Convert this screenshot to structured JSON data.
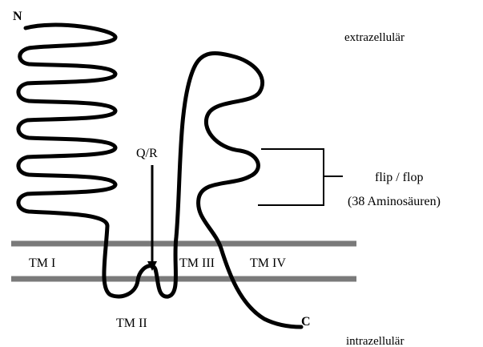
{
  "labels": {
    "n_terminus": "N",
    "c_terminus": "C",
    "extracellular": "extrazellulär",
    "intracellular": "intrazellulär",
    "qr_site": "Q/R",
    "tm1": "TM I",
    "tm2": "TM II",
    "tm3": "TM III",
    "tm4": "TM IV",
    "flip_flop": "flip / flop",
    "amino_acids": "(38 Aminosäuren)"
  },
  "colors": {
    "chain": "#000000",
    "membrane": "#7a7a7a",
    "text": "#000000"
  }
}
